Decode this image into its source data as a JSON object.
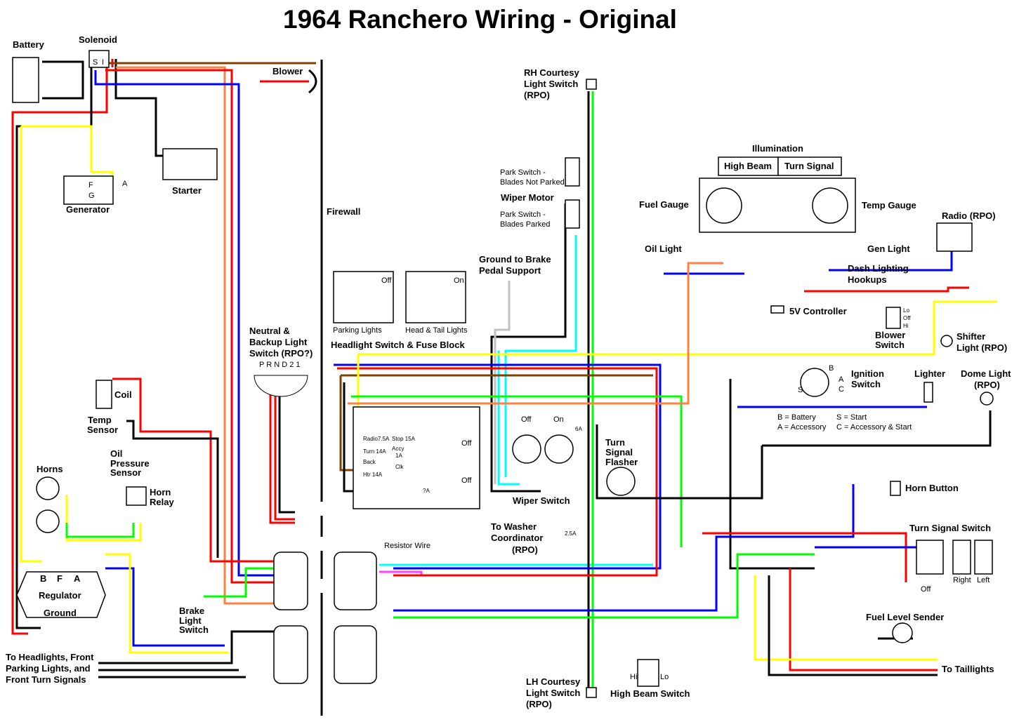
{
  "title": "1964 Ranchero Wiring - Original",
  "labels": {
    "battery": "Battery",
    "solenoid": "Solenoid",
    "solenoid_s": "S",
    "solenoid_i": "I",
    "starter": "Starter",
    "generator": "Generator",
    "gen_f": "F",
    "gen_g": "G",
    "gen_a": "A",
    "blower": "Blower",
    "firewall": "Firewall",
    "rh_courtesy": [
      "RH Courtesy",
      "Light Switch",
      "(RPO)"
    ],
    "park_not_parked": [
      "Park Switch -",
      "Blades Not Parked"
    ],
    "wiper_motor": "Wiper Motor",
    "park_parked": [
      "Park Switch -",
      "Blades Parked"
    ],
    "ground_brake": [
      "Ground to Brake",
      "Pedal Support"
    ],
    "parking_lights": "Parking Lights",
    "head_tail_lights": "Head & Tail Lights",
    "off": "Off",
    "on": "On",
    "headlight_fuse": "Headlight Switch & Fuse Block",
    "neutral_backup": [
      "Neutral &",
      "Backup Light",
      "Switch (RPO?)"
    ],
    "prnd21": "P R N D 2 1",
    "coil": "Coil",
    "temp_sensor": [
      "Temp",
      "Sensor"
    ],
    "oil_pressure": [
      "Oil",
      "Pressure",
      "Sensor"
    ],
    "horns": "Horns",
    "horn_relay": [
      "Horn",
      "Relay"
    ],
    "regulator_terms": [
      "B",
      "F",
      "A"
    ],
    "regulator": "Regulator",
    "ground": "Ground",
    "brake_light_switch": [
      "Brake",
      "Light",
      "Switch"
    ],
    "to_headlights": [
      "To Headlights, Front",
      "Parking Lights, and",
      "Front Turn Signals"
    ],
    "resistor_wire": "Resistor Wire",
    "fuses": {
      "radio": "Radio7.5A",
      "stop": "Stop 15A",
      "turn": "Turn  14A",
      "accy": "Accy",
      "back": "Back",
      "htr": "Htr   14A",
      "clk": "Clk",
      "ia": "1A",
      "qa": "?A"
    },
    "wiper_switch": "Wiper Switch",
    "wiper_6a": "6A",
    "washer": [
      "To Washer",
      "Coordinator",
      "(RPO)"
    ],
    "fuse_25a": "2.5A",
    "turn_flasher": [
      "Turn",
      "Signal",
      "Flasher"
    ],
    "lh_courtesy": [
      "LH Courtesy",
      "Light Switch",
      "(RPO)"
    ],
    "high_beam_switch": "High Beam Switch",
    "hi": "Hi",
    "lo": "Lo",
    "illumination": "Illumination",
    "high_beam": "High Beam",
    "turn_signal": "Turn Signal",
    "fuel_gauge": "Fuel Gauge",
    "temp_gauge": "Temp Gauge",
    "oil_light": "Oil Light",
    "gen_light": "Gen Light",
    "dash_lighting": [
      "Dash Lighting",
      "Hookups"
    ],
    "radio": "Radio (RPO)",
    "controller": "5V Controller",
    "blower_switch": [
      "Blower",
      "Switch"
    ],
    "blower_pos": [
      "Lo",
      "Off",
      "Hi"
    ],
    "shifter_light": [
      "Shifter",
      "Light (RPO)"
    ],
    "ignition_switch": [
      "Ignition",
      "Switch"
    ],
    "ign_terms": [
      "B",
      "A",
      "C",
      "S"
    ],
    "ign_legend": [
      "B = Battery",
      "S = Start",
      "A = Accessory",
      "C = Accessory & Start"
    ],
    "lighter": "Lighter",
    "dome_light": [
      "Dome Light",
      "(RPO)"
    ],
    "horn_button": "Horn Button",
    "turn_signal_switch": "Turn Signal Switch",
    "ts_positions": [
      "Off",
      "Right",
      "Left"
    ],
    "fuel_level_sender": "Fuel Level Sender",
    "to_taillights": "To Taillights"
  },
  "wire_colors": {
    "red": "#ff0000",
    "black": "#000000",
    "yellow": "#ffff00",
    "green": "#00ff00",
    "blue": "#0000ff",
    "brown": "#804000",
    "orange": "#ff8040",
    "cyan": "#00ffff",
    "gray": "#c0c0c0",
    "pink": "#ff40ff"
  }
}
